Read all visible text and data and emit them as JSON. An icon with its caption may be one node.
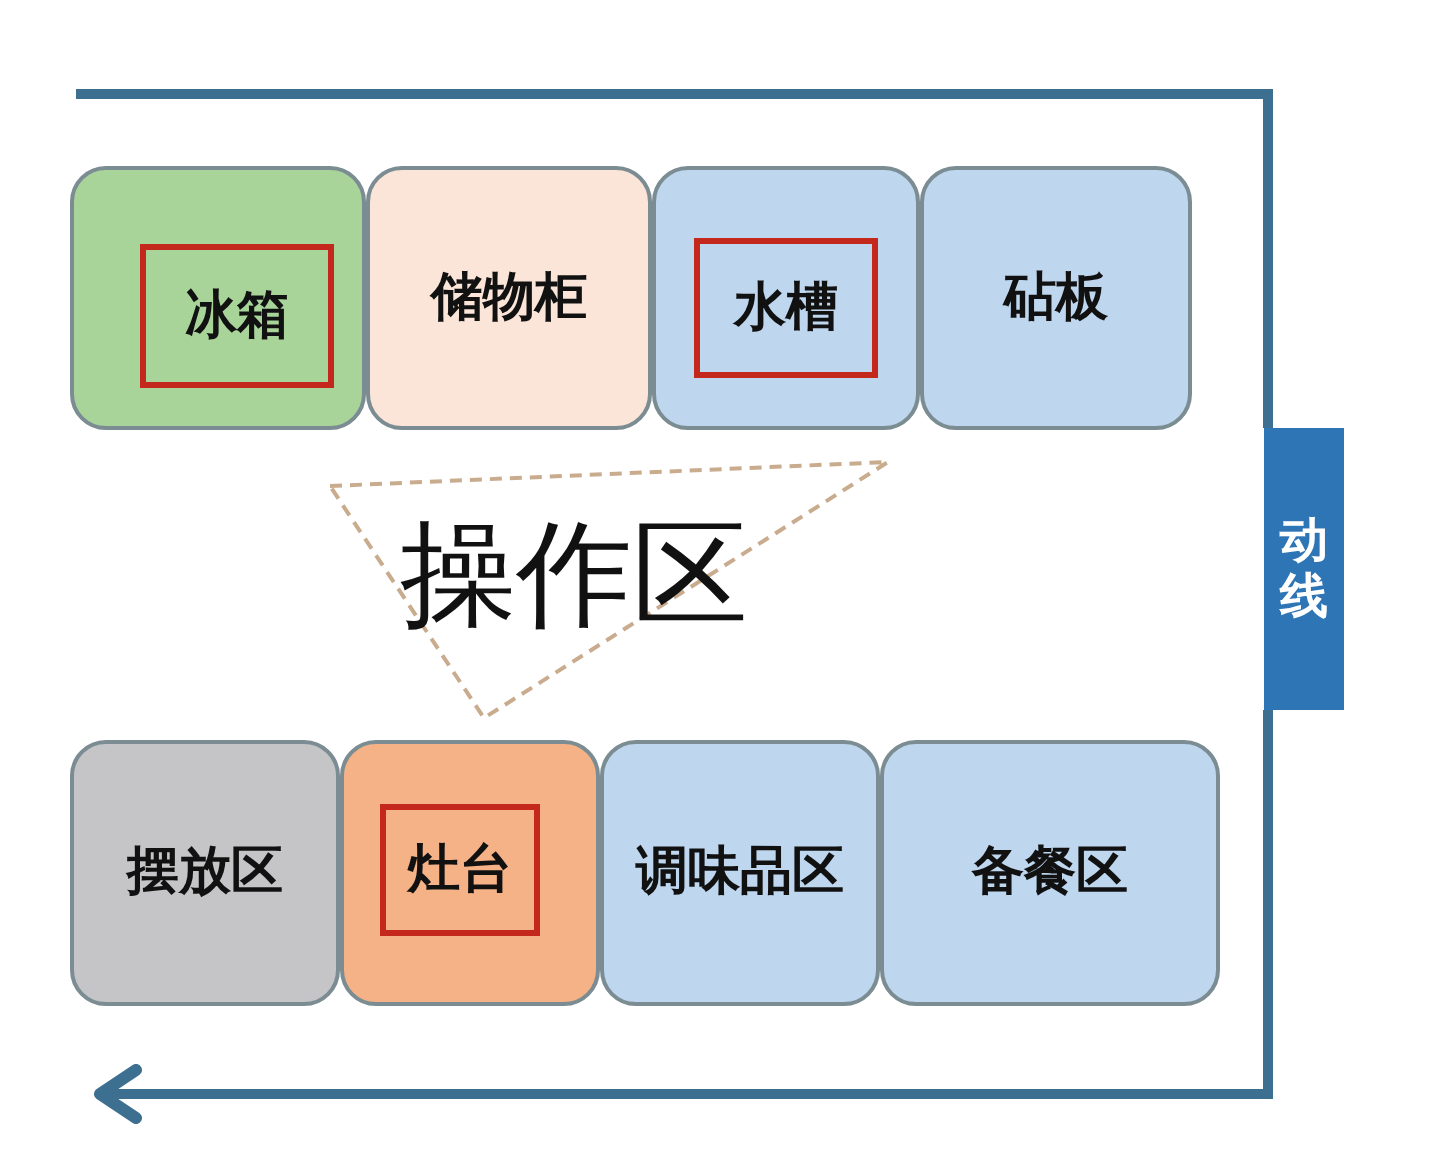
{
  "diagram": {
    "nodes": [
      {
        "text": [],
        "shape": "box"
      },
      {
        "text": [
          "冰箱"
        ],
        "in": 0
      },
      {
        "text": [
          "储物柜"
        ]
      },
      {
        "text": [],
        "shape": "box"
      },
      {
        "text": [
          "水槽"
        ],
        "in": 3
      },
      {
        "text": [
          "砧板"
        ]
      },
      {
        "text": [
          "操作区"
        ]
      },
      {
        "text": [
          "动线"
        ]
      },
      {
        "text": [
          "摆放区"
        ]
      },
      {
        "text": [],
        "shape": "box"
      },
      {
        "text": [
          "灶台"
        ],
        "in": 9
      },
      {
        "text": [
          "调味品区"
        ]
      },
      {
        "text": [
          "备餐区"
        ]
      }
    ],
    "edges": [
      {
        "from": null,
        "to": 7,
        "arrow": "none"
      },
      {
        "from": 7,
        "to": null,
        "arrow": "to"
      }
    ]
  }
}
